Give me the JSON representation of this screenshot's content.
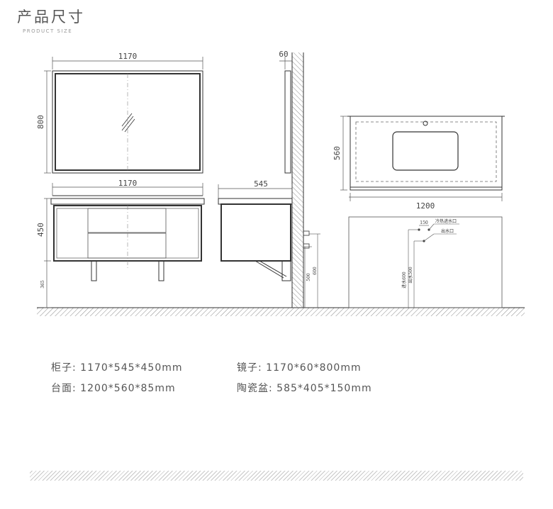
{
  "header": {
    "title_cn": "产品尺寸",
    "title_en": "PRODUCT SIZE"
  },
  "dimensions": {
    "mirror_width": "1170",
    "mirror_height": "800",
    "mirror_depth": "60",
    "cabinet_width": "1170",
    "cabinet_height": "450",
    "cabinet_depth": "545",
    "leg_height": "365",
    "top_width": "1200",
    "top_depth": "560",
    "height_600": "600",
    "height_500": "500",
    "pipe_spacing": "150",
    "inlet_height_label": "进水600",
    "outlet_height_label": "出水500",
    "inlet_label": "冷热进水口",
    "outlet_label": "出水口"
  },
  "specs": {
    "cabinet": "柜子: 1170*545*450mm",
    "mirror": "镜子: 1170*60*800mm",
    "countertop": "台面: 1200*560*85mm",
    "basin": "陶瓷盆: 585*405*150mm"
  },
  "colors": {
    "line": "#333333",
    "hatch": "#8a8a8a",
    "text": "#555555"
  }
}
